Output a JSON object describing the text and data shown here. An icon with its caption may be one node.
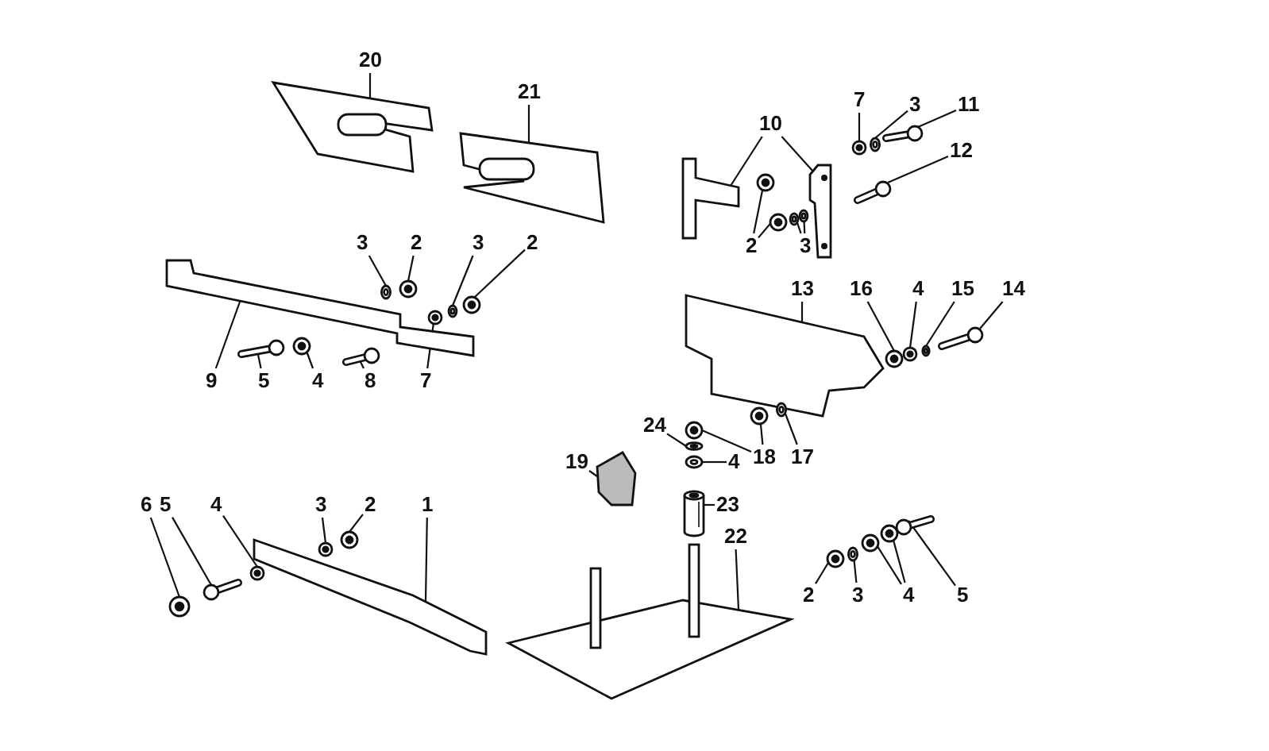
{
  "diagram": {
    "nodes": [
      {
        "text": [
          "20"
        ]
      },
      {
        "text": [
          "21"
        ]
      },
      {
        "text": [
          "10"
        ]
      },
      {
        "text": [
          "7"
        ]
      },
      {
        "text": [
          "3"
        ]
      },
      {
        "text": [
          "11"
        ]
      },
      {
        "text": [
          "12"
        ]
      },
      {
        "text": [
          "3"
        ]
      },
      {
        "text": [
          "2"
        ]
      },
      {
        "text": [
          "3"
        ]
      },
      {
        "text": [
          "2"
        ]
      },
      {
        "text": [
          "2"
        ]
      },
      {
        "text": [
          "3"
        ]
      },
      {
        "text": [
          "13"
        ]
      },
      {
        "text": [
          "16"
        ]
      },
      {
        "text": [
          "4"
        ]
      },
      {
        "text": [
          "15"
        ]
      },
      {
        "text": [
          "14"
        ]
      },
      {
        "text": [
          "9"
        ]
      },
      {
        "text": [
          "5"
        ]
      },
      {
        "text": [
          "4"
        ]
      },
      {
        "text": [
          "8"
        ]
      },
      {
        "text": [
          "7"
        ]
      },
      {
        "text": [
          "24"
        ]
      },
      {
        "text": [
          "18"
        ]
      },
      {
        "text": [
          "17"
        ]
      },
      {
        "text": [
          "4"
        ]
      },
      {
        "text": [
          "19"
        ]
      },
      {
        "text": [
          "23"
        ]
      },
      {
        "text": [
          "6"
        ]
      },
      {
        "text": [
          "5"
        ]
      },
      {
        "text": [
          "4"
        ]
      },
      {
        "text": [
          "3"
        ]
      },
      {
        "text": [
          "2"
        ]
      },
      {
        "text": [
          "1"
        ]
      },
      {
        "text": [
          "22"
        ]
      },
      {
        "text": [
          "2"
        ]
      },
      {
        "text": [
          "3"
        ]
      },
      {
        "text": [
          "4"
        ]
      },
      {
        "text": [
          "5"
        ]
      },
      {
        "text": [],
        "shape": "picture"
      },
      {
        "text": [],
        "shape": "picture"
      },
      {
        "text": [],
        "shape": "picture"
      },
      {
        "text": [],
        "shape": "picture"
      },
      {
        "text": [],
        "shape": "picture"
      },
      {
        "text": [],
        "shape": "picture"
      },
      {
        "text": [],
        "shape": "picture"
      },
      {
        "text": [],
        "shape": "picture"
      },
      {
        "text": [],
        "shape": "picture"
      },
      {
        "text": [],
        "shape": "picture"
      },
      {
        "text": [],
        "shape": "picture"
      },
      {
        "text": [],
        "shape": "picture"
      },
      {
        "text": [],
        "shape": "picture"
      },
      {
        "text": [],
        "shape": "picture"
      },
      {
        "text": [],
        "shape": "picture"
      },
      {
        "text": [],
        "shape": "picture"
      },
      {
        "text": [],
        "shape": "picture"
      },
      {
        "text": [],
        "shape": "picture"
      },
      {
        "text": [],
        "shape": "picture"
      },
      {
        "text": [],
        "shape": "picture"
      },
      {
        "text": [],
        "shape": "picture"
      },
      {
        "text": [],
        "shape": "picture"
      },
      {
        "text": [],
        "shape": "picture"
      },
      {
        "text": [],
        "shape": "picture"
      },
      {
        "text": [],
        "shape": "picture"
      },
      {
        "text": [],
        "shape": "picture"
      },
      {
        "text": [],
        "shape": "picture"
      },
      {
        "text": [],
        "shape": "picture"
      },
      {
        "text": [],
        "shape": "picture"
      },
      {
        "text": [],
        "shape": "picture"
      },
      {
        "text": [],
        "shape": "picture"
      },
      {
        "text": [],
        "shape": "picture"
      },
      {
        "text": [],
        "shape": "picture"
      },
      {
        "text": [],
        "shape": "picture"
      },
      {
        "text": [],
        "shape": "picture"
      },
      {
        "text": [],
        "shape": "picture"
      },
      {
        "text": [],
        "shape": "picture"
      },
      {
        "text": [],
        "shape": "picture"
      },
      {
        "text": [],
        "shape": "picture"
      },
      {
        "text": [],
        "shape": "picture"
      },
      {
        "text": [],
        "shape": "picture"
      },
      {
        "text": [],
        "shape": "picture"
      },
      {
        "text": [],
        "shape": "picture"
      },
      {
        "text": [],
        "shape": "picture"
      },
      {
        "text": [],
        "shape": "picture"
      }
    ],
    "edges": [
      {
        "from": 0,
        "to": 40,
        "arrow": "none"
      },
      {
        "from": 1,
        "to": 41,
        "arrow": "none"
      },
      {
        "from": 2,
        "to": 42,
        "arrow": "none"
      },
      {
        "from": 2,
        "to": 43,
        "arrow": "none"
      },
      {
        "from": 3,
        "to": 44,
        "arrow": "none"
      },
      {
        "from": 4,
        "to": 45,
        "arrow": "none"
      },
      {
        "from": 5,
        "to": 46,
        "arrow": "none"
      },
      {
        "from": 6,
        "to": 47,
        "arrow": "none"
      },
      {
        "from": 7,
        "to": 48,
        "arrow": "none"
      },
      {
        "from": 8,
        "to": 49,
        "arrow": "none"
      },
      {
        "from": 9,
        "to": 50,
        "arrow": "none"
      },
      {
        "from": 10,
        "to": 51,
        "arrow": "none"
      },
      {
        "from": 11,
        "to": 52,
        "arrow": "none"
      },
      {
        "from": 11,
        "to": 53,
        "arrow": "none"
      },
      {
        "from": 12,
        "to": 54,
        "arrow": "none"
      },
      {
        "from": 12,
        "to": 55,
        "arrow": "none"
      },
      {
        "from": 13,
        "to": 56,
        "arrow": "none"
      },
      {
        "from": 14,
        "to": 57,
        "arrow": "none"
      },
      {
        "from": 15,
        "to": 58,
        "arrow": "none"
      },
      {
        "from": 16,
        "to": 59,
        "arrow": "none"
      },
      {
        "from": 17,
        "to": 60,
        "arrow": "none"
      },
      {
        "from": 18,
        "to": 61,
        "arrow": "none"
      },
      {
        "from": 19,
        "to": 62,
        "arrow": "none"
      },
      {
        "from": 20,
        "to": 63,
        "arrow": "none"
      },
      {
        "from": 21,
        "to": 64,
        "arrow": "none"
      },
      {
        "from": 22,
        "to": 65,
        "arrow": "none"
      },
      {
        "from": 23,
        "to": 67,
        "arrow": "none"
      },
      {
        "from": 24,
        "to": 68,
        "arrow": "none"
      },
      {
        "from": 24,
        "to": 66,
        "arrow": "none"
      },
      {
        "from": 25,
        "to": 69,
        "arrow": "none"
      },
      {
        "from": 26,
        "to": 70,
        "arrow": "none"
      },
      {
        "from": 27,
        "to": 71,
        "arrow": "none"
      },
      {
        "from": 28,
        "to": 72,
        "arrow": "none"
      },
      {
        "from": 29,
        "to": 73,
        "arrow": "none"
      },
      {
        "from": 30,
        "to": 74,
        "arrow": "none"
      },
      {
        "from": 31,
        "to": 75,
        "arrow": "none"
      },
      {
        "from": 32,
        "to": 76,
        "arrow": "none"
      },
      {
        "from": 33,
        "to": 77,
        "arrow": "none"
      },
      {
        "from": 34,
        "to": 78,
        "arrow": "none"
      },
      {
        "from": 35,
        "to": 79,
        "arrow": "none"
      },
      {
        "from": 36,
        "to": 80,
        "arrow": "none"
      },
      {
        "from": 37,
        "to": 81,
        "arrow": "none"
      },
      {
        "from": 38,
        "to": 82,
        "arrow": "none"
      },
      {
        "from": 38,
        "to": 83,
        "arrow": "none"
      },
      {
        "from": 39,
        "to": 84,
        "arrow": "none"
      }
    ]
  }
}
